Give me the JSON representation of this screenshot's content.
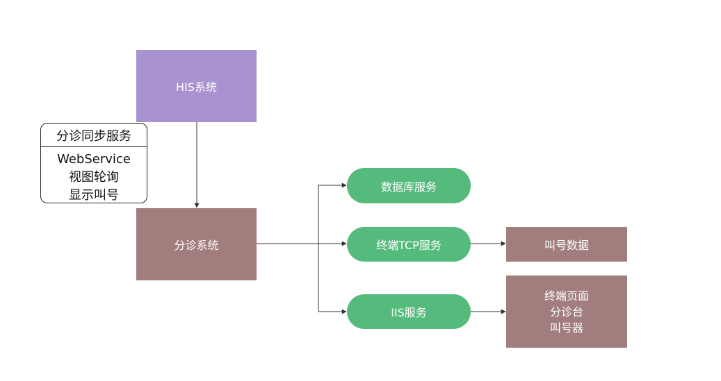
{
  "colors": {
    "his": "#a992cf",
    "system": "#a27d7d",
    "service": "#55bb7d",
    "edge": "#333333"
  },
  "nodes": {
    "his": "HIS系统",
    "triage": "分诊系统",
    "db_service": "数据库服务",
    "tcp_service": "终端TCP服务",
    "iis_service": "IIS服务",
    "call_data": "叫号数据",
    "terminal_lines": [
      "终端页面",
      "分诊台",
      "叫号器"
    ]
  },
  "sync_card": {
    "title": "分诊同步服务",
    "lines": [
      "WebService",
      "视图轮询",
      "显示叫号"
    ]
  }
}
